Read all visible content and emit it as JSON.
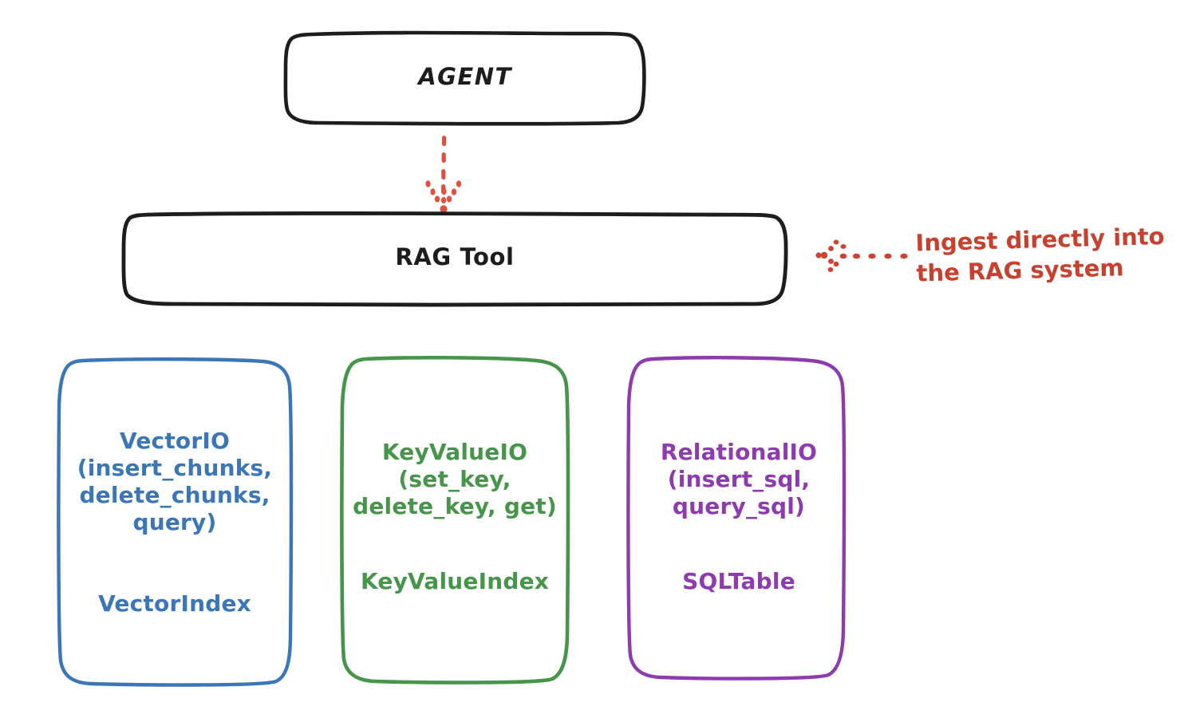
{
  "diagram": {
    "background_color": "#ffffff",
    "nodes": {
      "agent": {
        "label": "AGENT",
        "stroke_color": "#1d1d1d"
      },
      "rag_tool": {
        "label": "RAG Tool",
        "stroke_color": "#1d1d1d"
      },
      "vector_io": {
        "api_label": "VectorIO\n(insert_chunks,\ndelete_chunks,\nquery)",
        "index_label": "VectorIndex",
        "stroke_color": "#3a76b8"
      },
      "key_value_io": {
        "api_label": "KeyValueIO\n(set_key,\ndelete_key, get)",
        "index_label": "KeyValueIndex",
        "stroke_color": "#46954b"
      },
      "relational_io": {
        "api_label": "RelationalIO\n(insert_sql,\nquery_sql)",
        "index_label": "SQLTable",
        "stroke_color": "#8e3bb0"
      }
    },
    "annotations": {
      "ingest_note": {
        "text": "Ingest directly into\nthe RAG system",
        "color": "#c8412f"
      }
    },
    "connectors": {
      "agent_to_rag": {
        "style": "dotted-arrow-down",
        "color": "#e0503f"
      },
      "ingest_into_rag": {
        "style": "dotted-arrow-left",
        "color": "#cf4232"
      }
    }
  }
}
